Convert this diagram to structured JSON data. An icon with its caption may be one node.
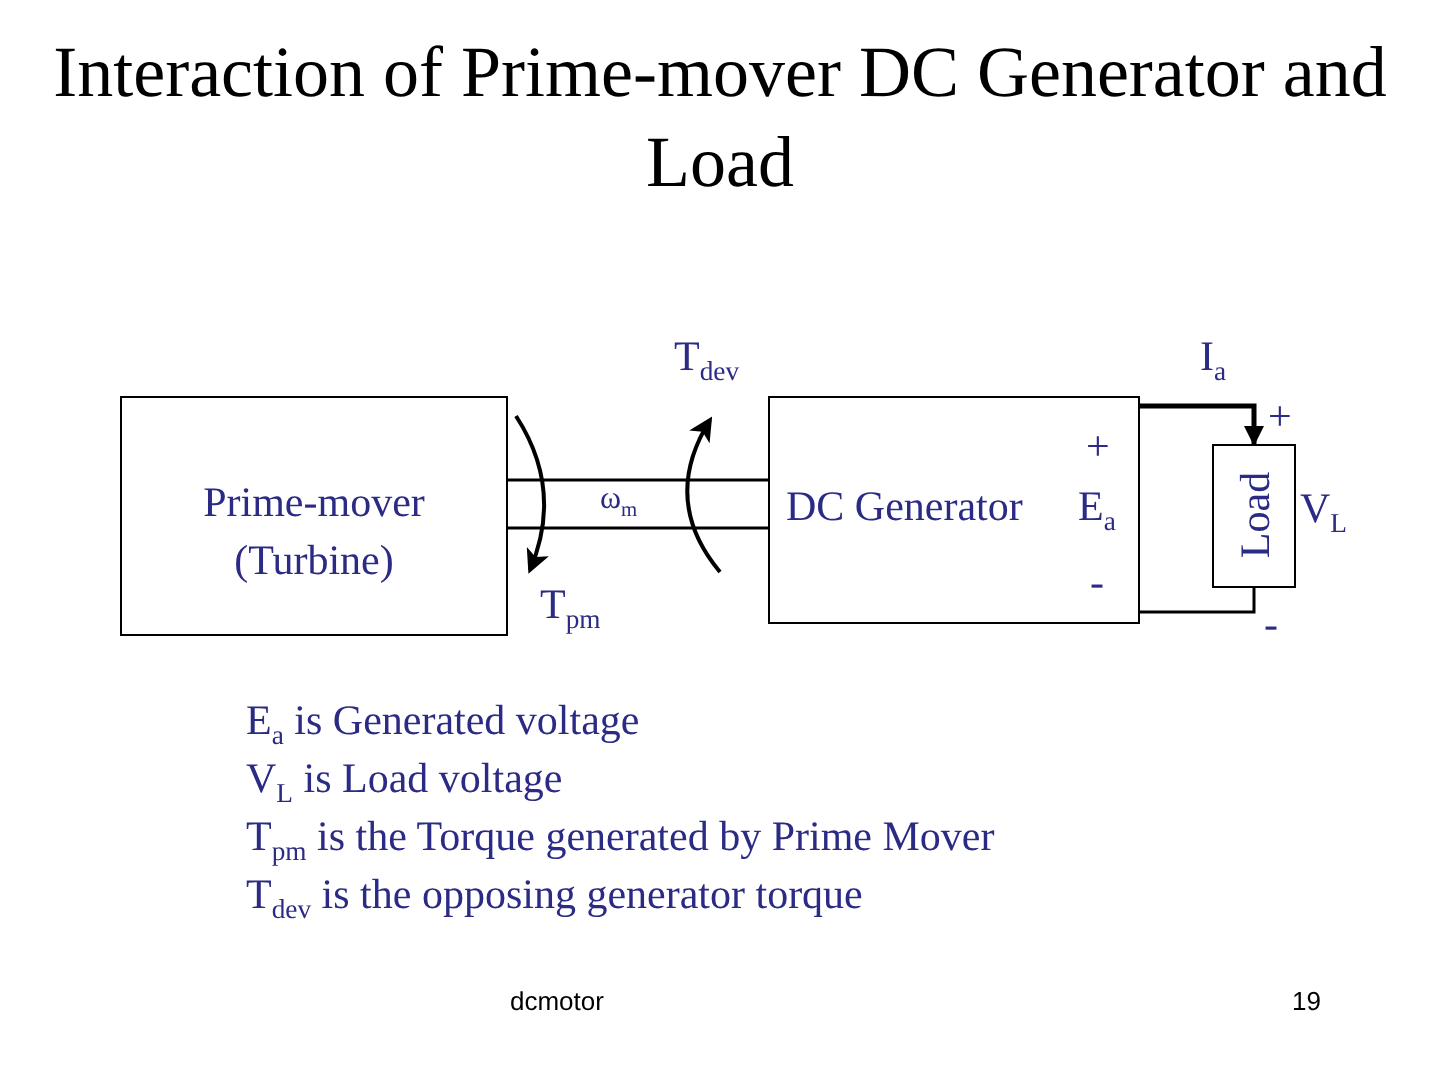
{
  "diagram": {
    "title": "Interaction of Prime-mover DC Generator and Load",
    "nodes": [
      {
        "text": [
          "Prime-mover (Turbine)"
        ]
      },
      {
        "text": [
          "DC Generator",
          "+",
          "E$_{a}$",
          "-"
        ]
      },
      {
        "text": [
          "Load"
        ],
        "beside": [
          "V$_{L}$"
        ]
      }
    ],
    "edges": [
      {
        "from": 0,
        "to": 1,
        "arrow": "none",
        "label": "ω$_{m}$"
      },
      {
        "from": 1,
        "to": 2,
        "arrow": "to",
        "label": "I$_{a}$"
      },
      {
        "from": 1,
        "to": 2,
        "arrow": "none"
      }
    ],
    "labels": [
      "T$_{dev}$",
      "T$_{pm}$",
      "+",
      "-",
      "E$_{a}$ is Generated voltage",
      "V$_{L}$ is Load voltage",
      "T$_{pm}$ is the Torque generated by Prime Mover",
      "T$_{dev}$ is the opposing generator torque",
      "dcmotor",
      "19"
    ]
  }
}
